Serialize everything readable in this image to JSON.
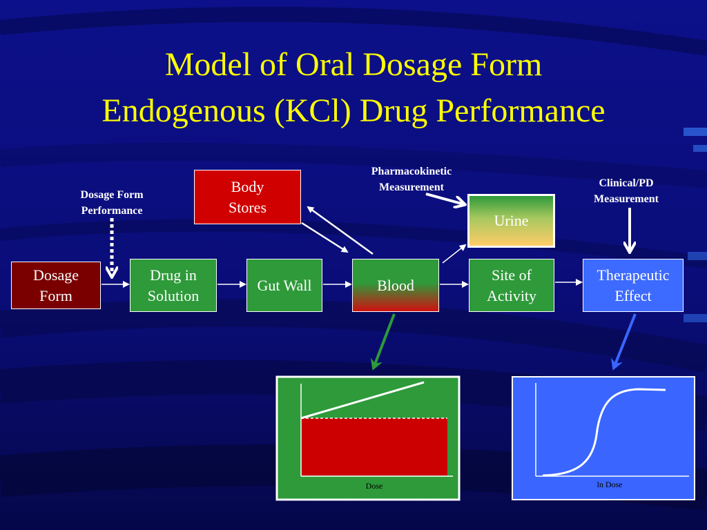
{
  "slide": {
    "title_line1": "Model of Oral Dosage Form",
    "title_line2": "Endogenous (KCl) Drug Performance"
  },
  "boxes": {
    "dosage_form": "Dosage\nForm",
    "drug_in_solution": "Drug in\nSolution",
    "gut_wall": "Gut Wall",
    "blood": "Blood",
    "site_of_activity": "Site of\nActivity",
    "therapeutic_effect": "Therapeutic\nEffect",
    "body_stores": "Body\nStores",
    "urine": "Urine"
  },
  "notes": {
    "dosage_form_performance": "Dosage Form\nPerformance",
    "pharmacokinetic_measurement": "Pharmacokinetic\nMeasurement",
    "clinical_pd_measurement": "Clinical/PD\nMeasurement"
  },
  "graphs": {
    "left_axis_label": "Dose",
    "right_axis_label": "ln Dose"
  },
  "colors": {
    "background": "#0a0e7a",
    "title": "#ffff00",
    "dosage_form_box": "#7a0000",
    "process_box": "#2e9a3a",
    "body_stores_box": "#d00000",
    "therapeutic_box": "#3d6bff",
    "graph_green_panel": "#2e9a3a",
    "graph_blue_panel": "#3a66ff",
    "graph_red_fill": "#cc0000"
  }
}
